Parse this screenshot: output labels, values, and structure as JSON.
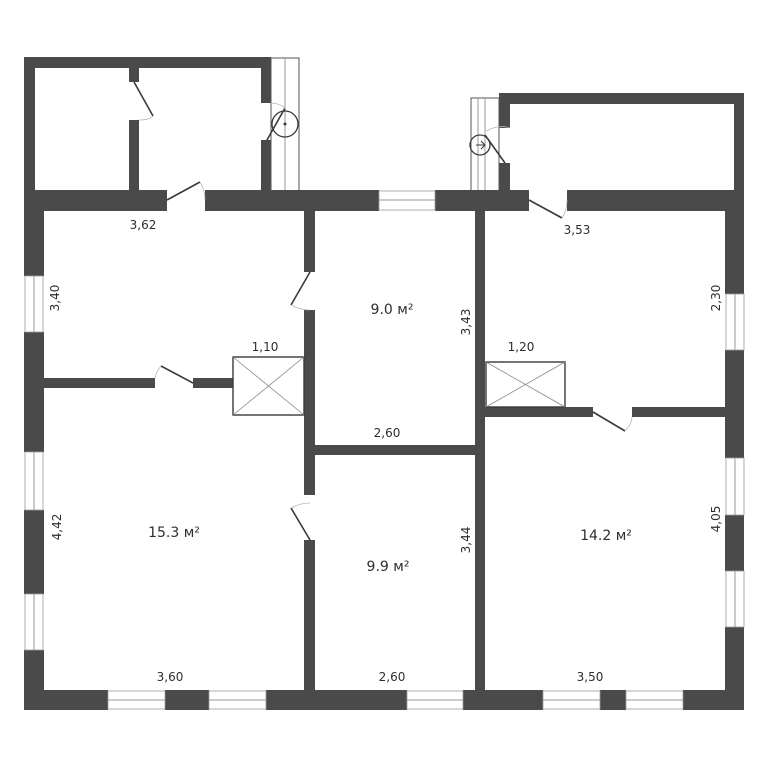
{
  "plan": {
    "wall_color": "#4a4a4a",
    "background": "#ffffff",
    "rooms": [
      {
        "id": "room-top-left",
        "area": null,
        "width_label": "3,62",
        "height_label": "3,40"
      },
      {
        "id": "room-center-top",
        "area": "9.0 м²",
        "height_label": "3,43",
        "width_label": "2,60"
      },
      {
        "id": "room-top-right",
        "area": null,
        "width_label": "3,53",
        "height_label": "2,30"
      },
      {
        "id": "room-bottom-left",
        "area": "15.3 м²",
        "height_label": "4,42",
        "width_label": "3,60"
      },
      {
        "id": "room-center-bottom",
        "area": "9.9 м²",
        "height_label": "3,44",
        "width_label": "2,60"
      },
      {
        "id": "room-bottom-right",
        "area": "14.2 м²",
        "height_label": "4,05",
        "width_label": "3,50"
      }
    ],
    "shafts": [
      {
        "id": "shaft-left",
        "label": "1,10"
      },
      {
        "id": "shaft-right",
        "label": "1,20"
      }
    ],
    "labels": {
      "dim_3_62": "3,62",
      "dim_3_40": "3,40",
      "dim_3_53": "3,53",
      "dim_2_30": "2,30",
      "dim_1_10": "1,10",
      "dim_1_20": "1,20",
      "dim_3_43": "3,43",
      "dim_2_60_top": "2,60",
      "dim_4_42": "4,42",
      "dim_3_44": "3,44",
      "dim_4_05": "4,05",
      "dim_3_60": "3,60",
      "dim_2_60_bottom": "2,60",
      "dim_3_50": "3,50",
      "area_center_top": "9.0 м²",
      "area_bottom_left": "15.3 м²",
      "area_center_bottom": "9.9 м²",
      "area_bottom_right": "14.2 м²"
    },
    "icons": {
      "entrance_left": "entrance-circle-icon",
      "entrance_right": "entrance-arrow-circle-icon"
    }
  }
}
